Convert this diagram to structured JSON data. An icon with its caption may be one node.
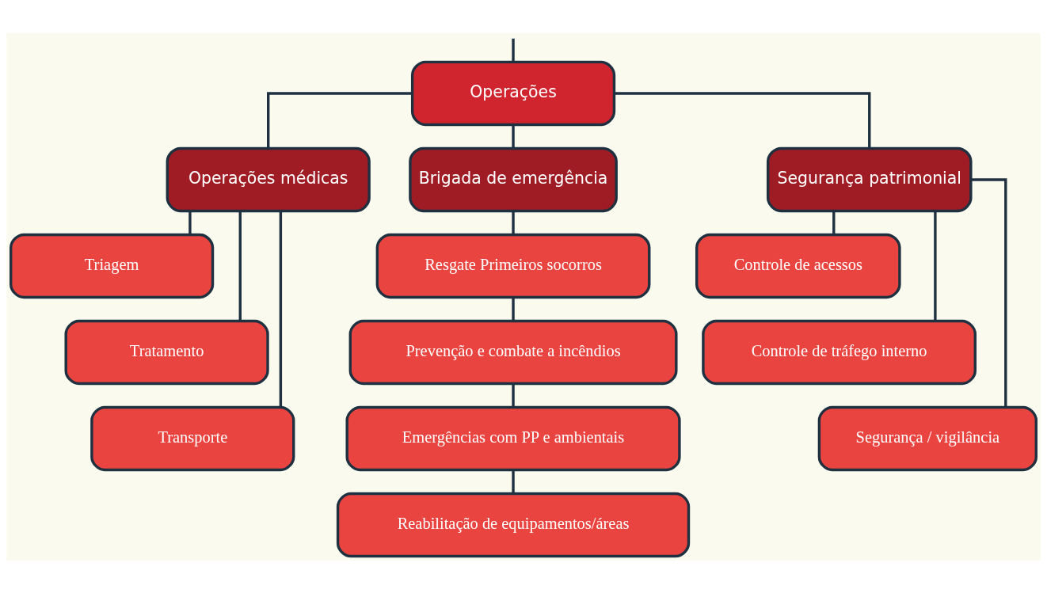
{
  "diagram": {
    "nodes": [
      {
        "text": [
          "Operações"
        ]
      },
      {
        "text": [
          "Operações médicas"
        ]
      },
      {
        "text": [
          "Brigada de emergência"
        ]
      },
      {
        "text": [
          "Segurança patrimonial"
        ]
      },
      {
        "text": [
          "Triagem"
        ]
      },
      {
        "text": [
          "Tratamento"
        ]
      },
      {
        "text": [
          "Transporte"
        ]
      },
      {
        "text": [
          "Resgate Primeiros socorros"
        ]
      },
      {
        "text": [
          "Prevenção e combate a incêndios"
        ]
      },
      {
        "text": [
          "Emergências com PP e ambientais"
        ]
      },
      {
        "text": [
          "Reabilitação de equipamentos/áreas"
        ]
      },
      {
        "text": [
          "Controle de acessos"
        ]
      },
      {
        "text": [
          "Controle de tráfego interno"
        ]
      },
      {
        "text": [
          "Segurança / vigilância"
        ]
      }
    ],
    "edges": [
      {
        "from": null,
        "to": 0,
        "arrow": "none"
      },
      {
        "from": 0,
        "to": 1,
        "arrow": "none"
      },
      {
        "from": 0,
        "to": 2,
        "arrow": "none"
      },
      {
        "from": 0,
        "to": 3,
        "arrow": "none"
      },
      {
        "from": 1,
        "to": 4,
        "arrow": "none"
      },
      {
        "from": 1,
        "to": 5,
        "arrow": "none"
      },
      {
        "from": 1,
        "to": 6,
        "arrow": "none"
      },
      {
        "from": 2,
        "to": 7,
        "arrow": "none"
      },
      {
        "from": 7,
        "to": 8,
        "arrow": "none"
      },
      {
        "from": 8,
        "to": 9,
        "arrow": "none"
      },
      {
        "from": 9,
        "to": 10,
        "arrow": "none"
      },
      {
        "from": 3,
        "to": 11,
        "arrow": "none"
      },
      {
        "from": 3,
        "to": 12,
        "arrow": "none"
      },
      {
        "from": 3,
        "to": 13,
        "arrow": "none"
      }
    ]
  }
}
